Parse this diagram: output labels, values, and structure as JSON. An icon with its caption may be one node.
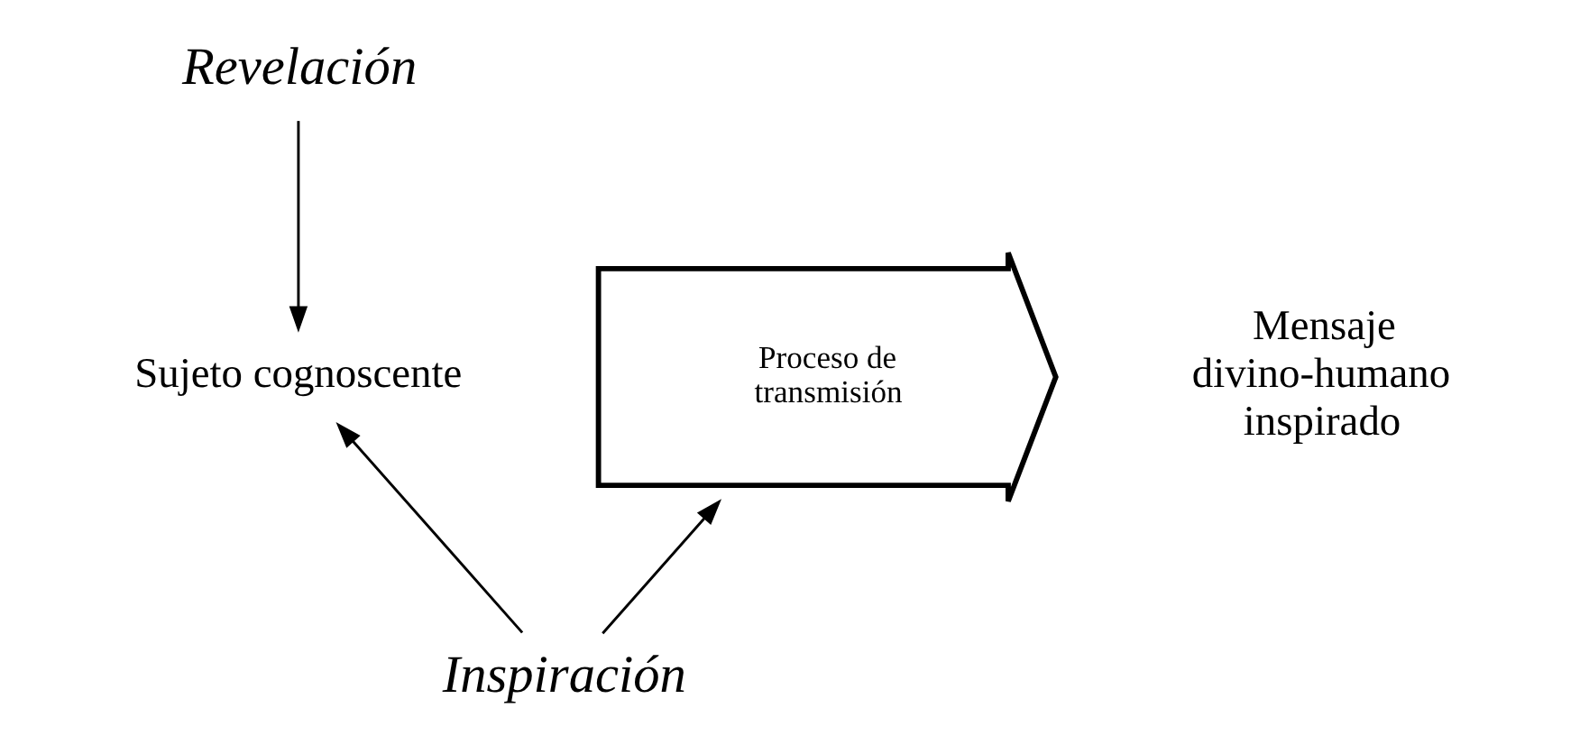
{
  "diagram": {
    "nodes": [
      {
        "text": [
          "Revelación"
        ]
      },
      {
        "text": [
          "Sujeto cognoscente"
        ]
      },
      {
        "text": [
          "Proceso de transmisión"
        ]
      },
      {
        "text": [
          "Mensaje divino-humano inspirado"
        ]
      },
      {
        "text": [
          "Inspiración"
        ]
      }
    ],
    "edges": [
      {
        "from": 0,
        "to": 1,
        "arrow": "to"
      },
      {
        "from": 4,
        "to": 1,
        "arrow": "to"
      },
      {
        "from": 4,
        "to": 2,
        "arrow": "to"
      }
    ]
  }
}
